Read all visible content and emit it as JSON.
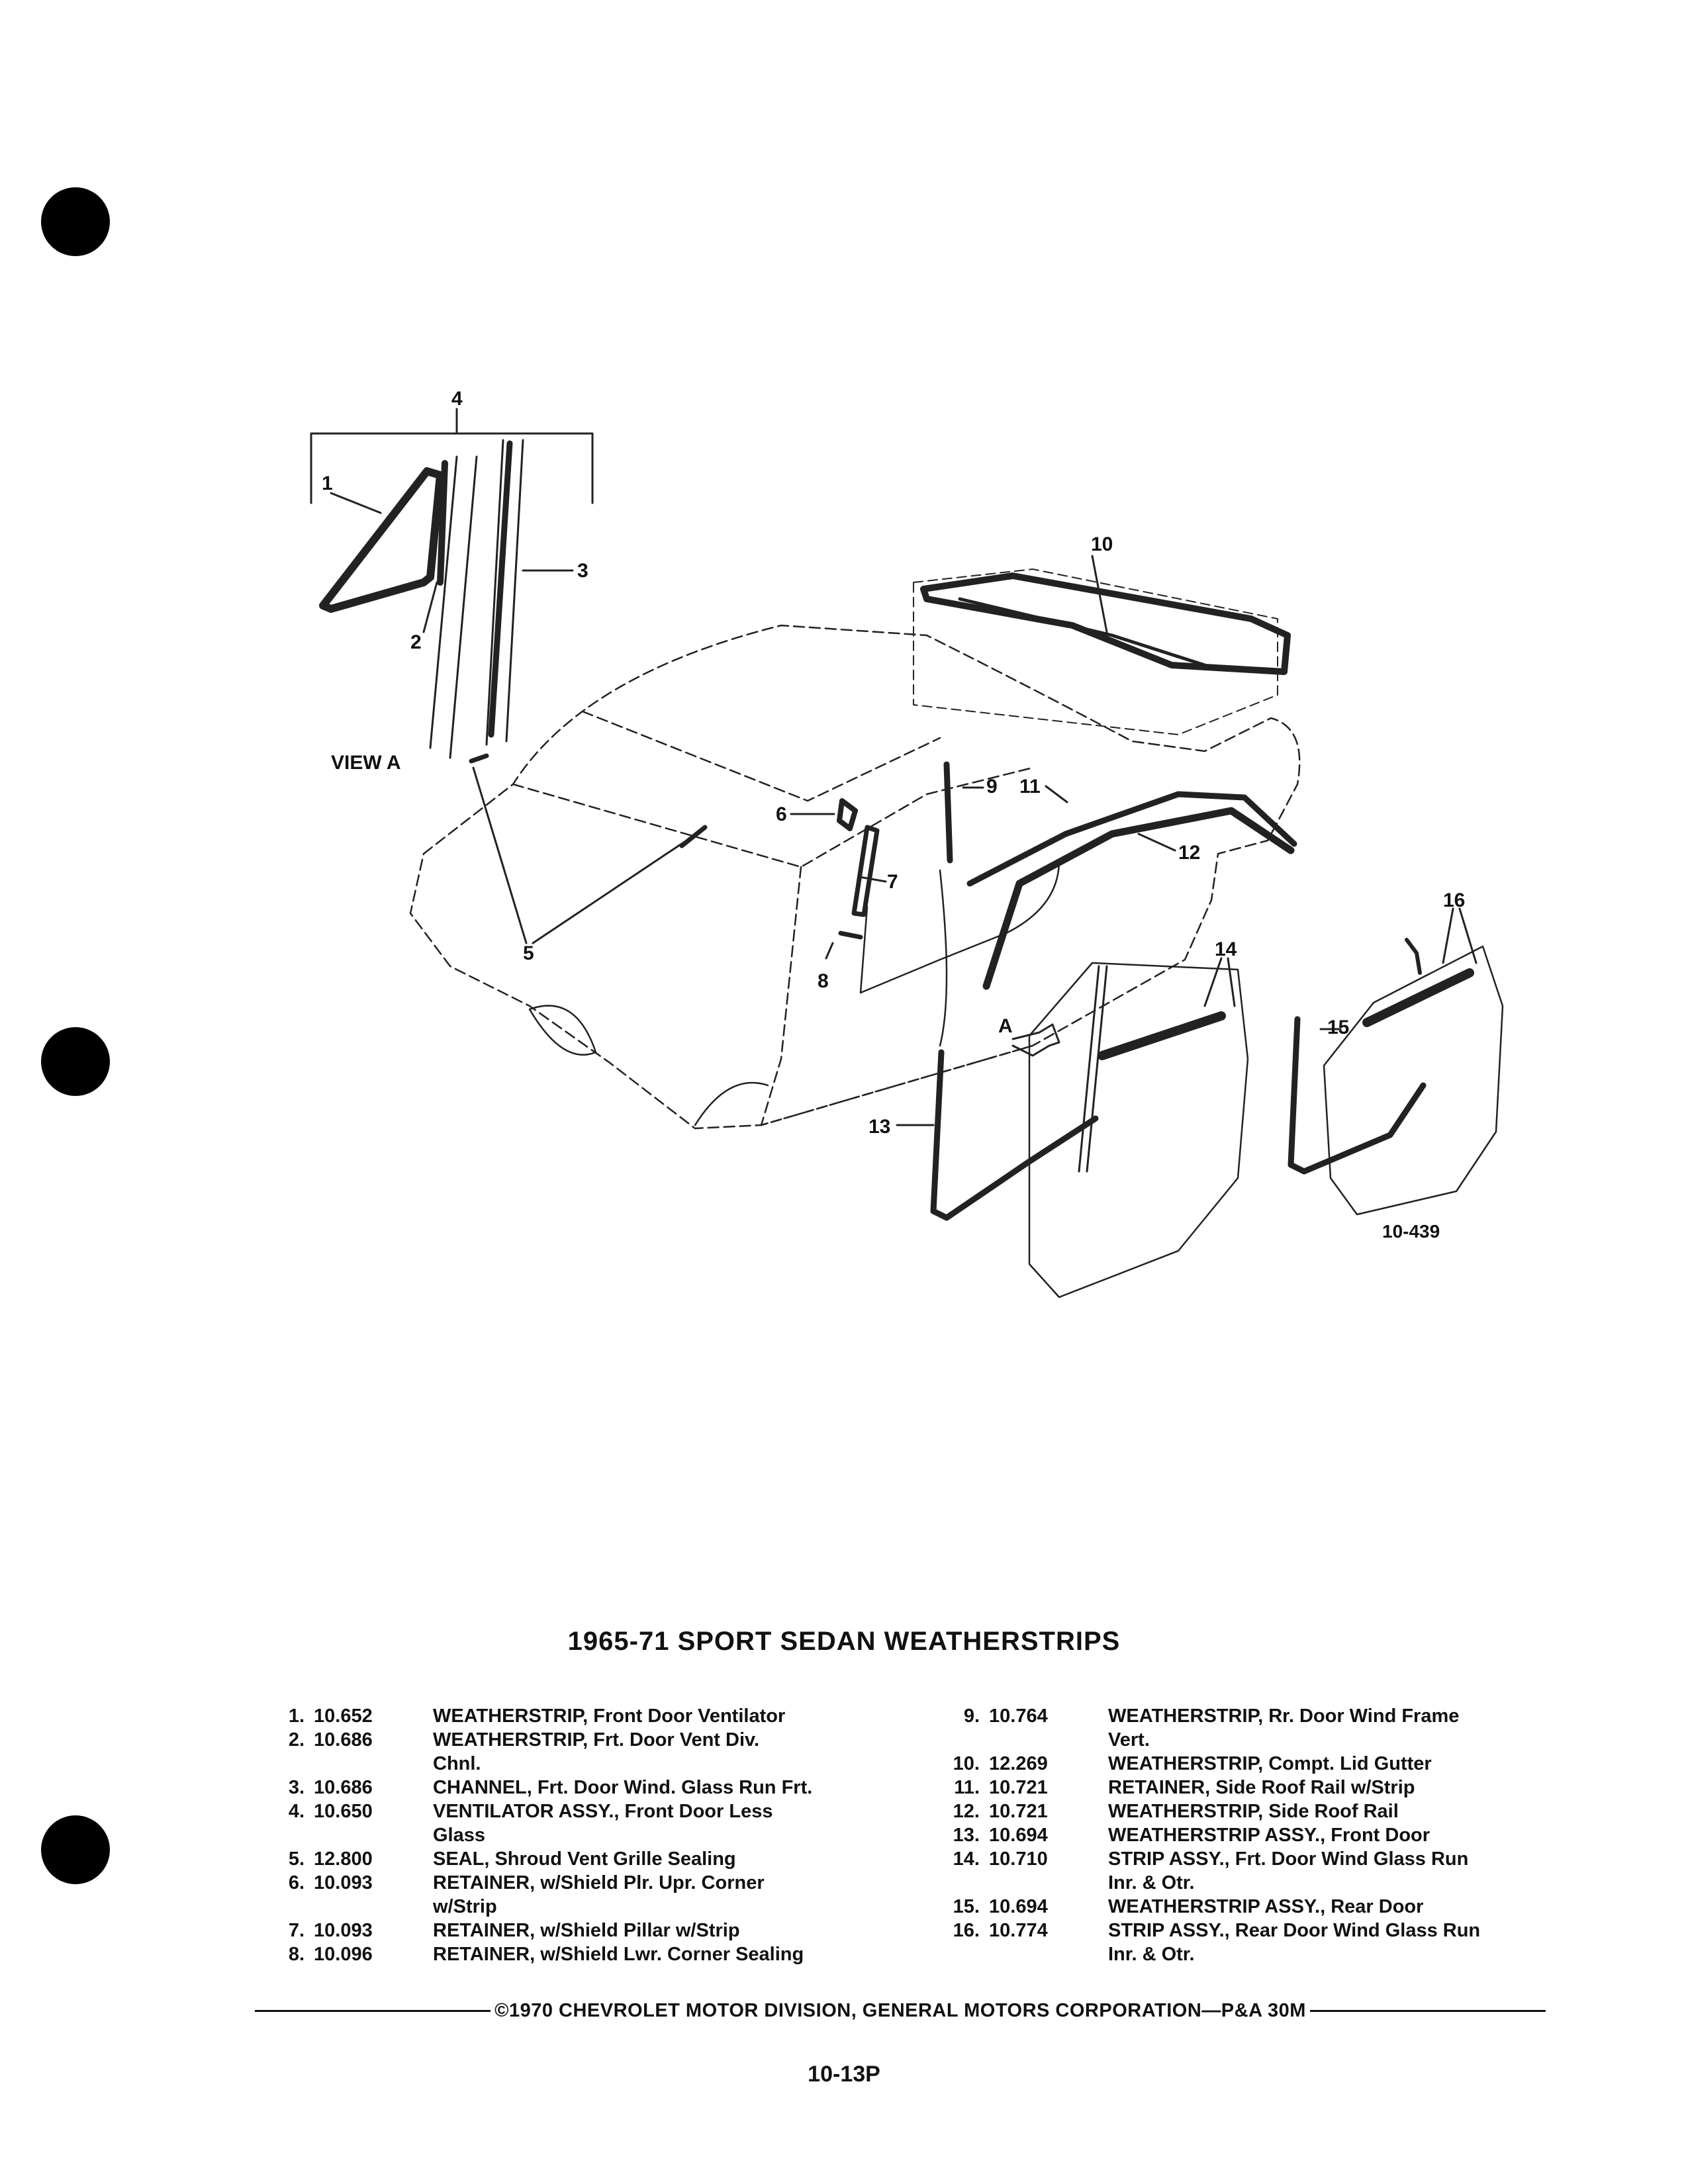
{
  "title": "1965-71 SPORT SEDAN WEATHERSTRIPS",
  "figure": {
    "view_label": "VIEW A",
    "figure_id": "10-439",
    "callouts": [
      "1",
      "2",
      "3",
      "4",
      "5",
      "6",
      "7",
      "8",
      "9",
      "10",
      "11",
      "12",
      "13",
      "14",
      "15",
      "16"
    ],
    "arrow_label": "A"
  },
  "parts_left": [
    {
      "num": "1.",
      "part": "10.652",
      "desc": "WEATHERSTRIP, Front Door Ventilator",
      "desc2": ""
    },
    {
      "num": "2.",
      "part": "10.686",
      "desc": "WEATHERSTRIP, Frt. Door Vent Div.",
      "desc2": "Chnl."
    },
    {
      "num": "3.",
      "part": "10.686",
      "desc": "CHANNEL, Frt. Door Wind. Glass Run Frt.",
      "desc2": ""
    },
    {
      "num": "4.",
      "part": "10.650",
      "desc": "VENTILATOR ASSY., Front Door Less",
      "desc2": "Glass"
    },
    {
      "num": "5.",
      "part": "12.800",
      "desc": "SEAL, Shroud Vent Grille Sealing",
      "desc2": ""
    },
    {
      "num": "6.",
      "part": "10.093",
      "desc": "RETAINER, w/Shield Plr. Upr. Corner",
      "desc2": "w/Strip"
    },
    {
      "num": "7.",
      "part": "10.093",
      "desc": "RETAINER, w/Shield Pillar w/Strip",
      "desc2": ""
    },
    {
      "num": "8.",
      "part": "10.096",
      "desc": "RETAINER, w/Shield Lwr. Corner Sealing",
      "desc2": ""
    }
  ],
  "parts_right": [
    {
      "num": "9.",
      "part": "10.764",
      "desc": "WEATHERSTRIP, Rr. Door Wind Frame",
      "desc2": "Vert."
    },
    {
      "num": "10.",
      "part": "12.269",
      "desc": "WEATHERSTRIP, Compt. Lid Gutter",
      "desc2": ""
    },
    {
      "num": "11.",
      "part": "10.721",
      "desc": "RETAINER, Side Roof Rail w/Strip",
      "desc2": ""
    },
    {
      "num": "12.",
      "part": "10.721",
      "desc": "WEATHERSTRIP, Side Roof Rail",
      "desc2": ""
    },
    {
      "num": "13.",
      "part": "10.694",
      "desc": "WEATHERSTRIP ASSY., Front Door",
      "desc2": ""
    },
    {
      "num": "14.",
      "part": "10.710",
      "desc": "STRIP ASSY., Frt. Door Wind Glass Run",
      "desc2": "Inr. & Otr."
    },
    {
      "num": "15.",
      "part": "10.694",
      "desc": "WEATHERSTRIP ASSY., Rear Door",
      "desc2": ""
    },
    {
      "num": "16.",
      "part": "10.774",
      "desc": "STRIP ASSY., Rear Door Wind Glass Run",
      "desc2": "Inr. & Otr."
    }
  ],
  "footer": "©1970 CHEVROLET MOTOR DIVISION, GENERAL MOTORS CORPORATION—P&A 30M",
  "page_number": "10-13P"
}
